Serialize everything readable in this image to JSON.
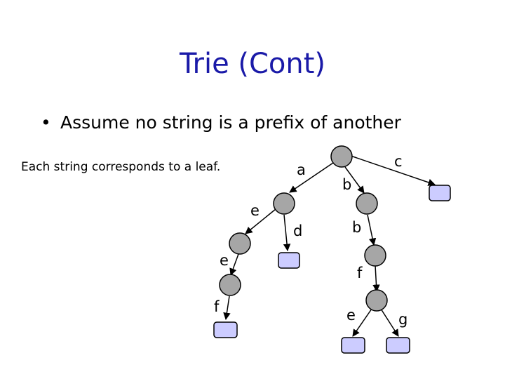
{
  "slide": {
    "title": "Trie (Cont)",
    "bullet": "Assume no string is a prefix of another",
    "note": "Each string corresponds to a leaf."
  },
  "trie": {
    "edge_labels": [
      "a",
      "c",
      "b",
      "e",
      "d",
      "b",
      "e",
      "f",
      "f",
      "e",
      "g"
    ],
    "internal_node_color": "#a6a6a6",
    "leaf_color": "#ccccff"
  }
}
